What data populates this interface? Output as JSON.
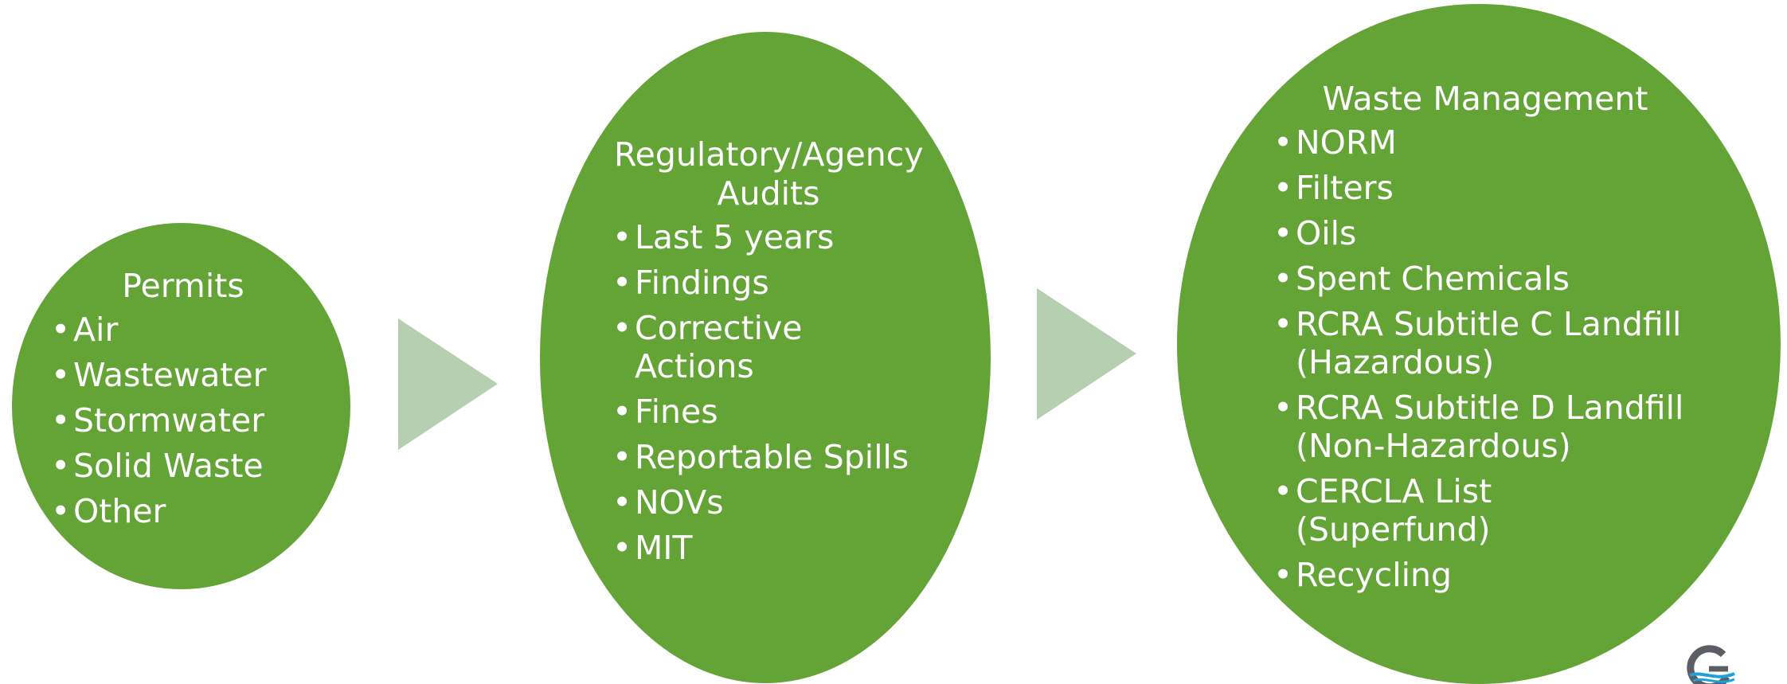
{
  "colors": {
    "ellipse_fill": "#64a437",
    "text": "#ffffff",
    "arrow_fill": "#b7cfb1",
    "logo_grey": "#5b5e63",
    "logo_blue": "#1fa0d8"
  },
  "stages": [
    {
      "title": "Permits",
      "items": [
        "Air",
        "Wastewater",
        "Stormwater",
        "Solid Waste",
        "Other"
      ]
    },
    {
      "title": "Regulatory/Agency Audits",
      "items": [
        "Last 5 years",
        "Findings",
        "Corrective Actions",
        "Fines",
        "Reportable Spills",
        "NOVs",
        "MIT"
      ]
    },
    {
      "title": "Waste Management",
      "items": [
        "NORM",
        "Filters",
        "Oils",
        "Spent Chemicals",
        "RCRA Subtitle C Landfill (Hazardous)",
        "RCRA Subtitle D Landfill (Non-Hazardous)",
        "CERCLA List (Superfund)",
        "Recycling"
      ]
    }
  ],
  "connectors": [
    "right-arrow",
    "right-arrow"
  ],
  "logo_icon": "company-logo-icon"
}
